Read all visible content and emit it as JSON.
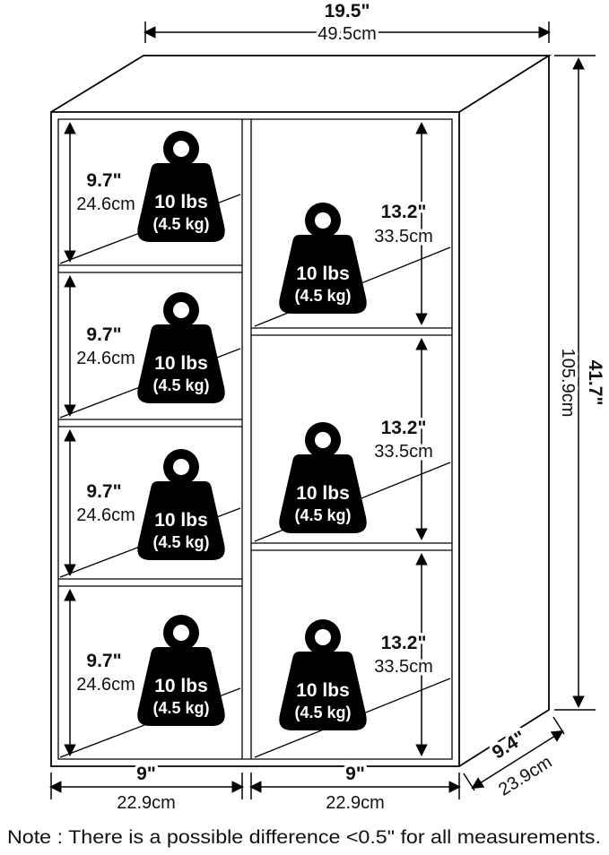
{
  "note": "Note : There is a possible difference <0.5\" for all measurements.",
  "weight": {
    "line1": "10 lbs",
    "line2": "(4.5 kg)"
  },
  "dimensions": {
    "width": {
      "in": "19.5\"",
      "cm": "49.5cm"
    },
    "height": {
      "in": "41.7\"",
      "cm": "105.9cm"
    },
    "depth": {
      "in": "9.4\"",
      "cm": "23.9cm"
    },
    "bottom_left": {
      "in": "9\"",
      "cm": "22.9cm"
    },
    "bottom_right": {
      "in": "9\"",
      "cm": "22.9cm"
    },
    "left_compartment": {
      "in": "9.7\"",
      "cm": "24.6cm"
    },
    "right_compartment": {
      "in": "13.2\"",
      "cm": "33.5cm"
    }
  }
}
